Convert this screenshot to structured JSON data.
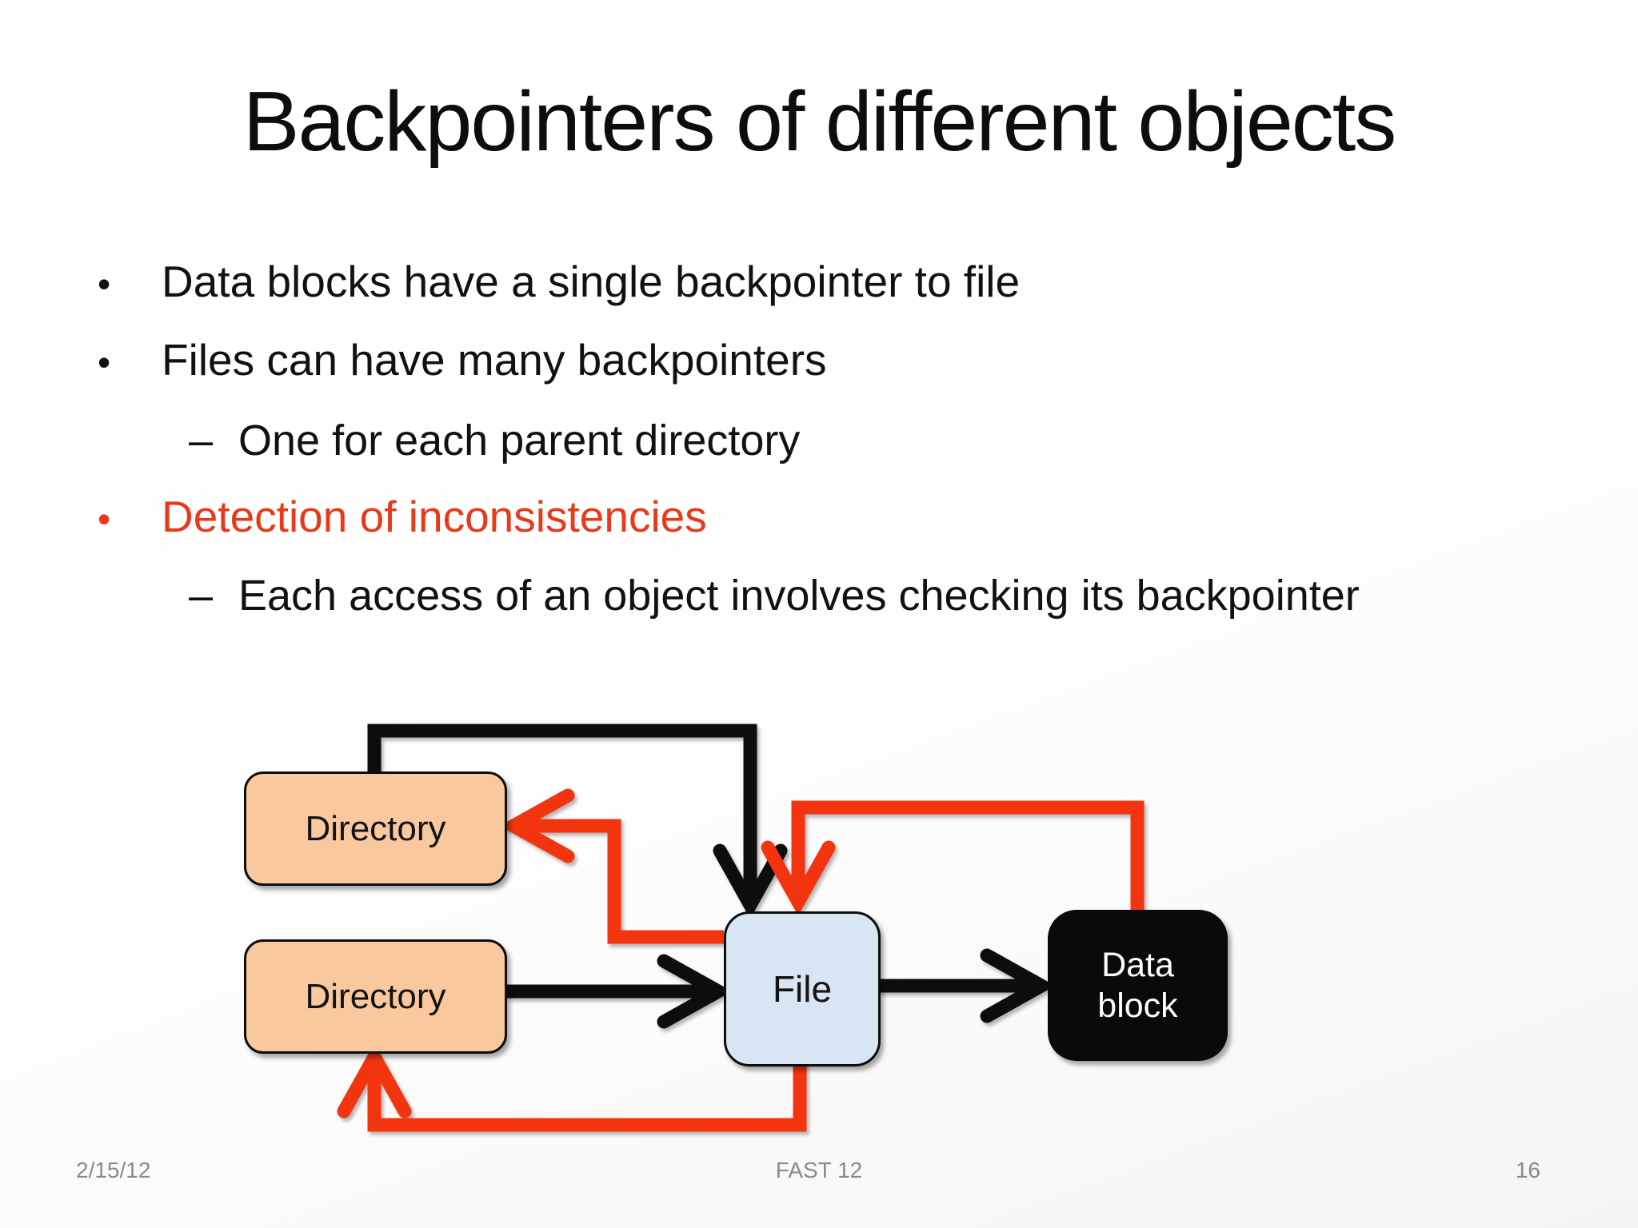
{
  "slide": {
    "title": "Backpointers of different objects",
    "bullets": [
      {
        "level": 1,
        "marker": "•",
        "text": "Data blocks have a single backpointer to file",
        "color": "black"
      },
      {
        "level": 1,
        "marker": "•",
        "text": "Files can have many backpointers",
        "color": "black"
      },
      {
        "level": 2,
        "marker": "–",
        "text": "One for each parent directory",
        "color": "black"
      },
      {
        "level": 1,
        "marker": "•",
        "text": "Detection of inconsistencies",
        "color": "red"
      },
      {
        "level": 2,
        "marker": "–",
        "text": "Each access of an object involves checking its backpointer",
        "color": "black"
      }
    ],
    "footer": {
      "date": "2/15/12",
      "venue": "FAST 12",
      "slide_number": "16"
    }
  },
  "diagram": {
    "nodes": [
      {
        "id": "directory-top",
        "label": "Directory"
      },
      {
        "id": "directory-bottom",
        "label": "Directory"
      },
      {
        "id": "file",
        "label": "File"
      },
      {
        "id": "data-block",
        "label": "Data block"
      }
    ],
    "edges": [
      {
        "from": "directory-top",
        "to": "file",
        "color": "black"
      },
      {
        "from": "directory-bottom",
        "to": "file",
        "color": "black"
      },
      {
        "from": "file",
        "to": "data-block",
        "color": "black"
      },
      {
        "from": "file",
        "to": "directory-top",
        "color": "red"
      },
      {
        "from": "data-block",
        "to": "file",
        "color": "red"
      },
      {
        "from": "file",
        "to": "directory-bottom",
        "color": "red"
      }
    ]
  },
  "colors": {
    "bullet_red": "#E83918",
    "arrow_red": "#F2350F",
    "arrow_black": "#0D0D0D",
    "directory_fill": "#F9C89E",
    "file_fill": "#D8E5F3",
    "data_block_fill": "#0A0A0A",
    "footer_gray": "#8A8A8A"
  }
}
